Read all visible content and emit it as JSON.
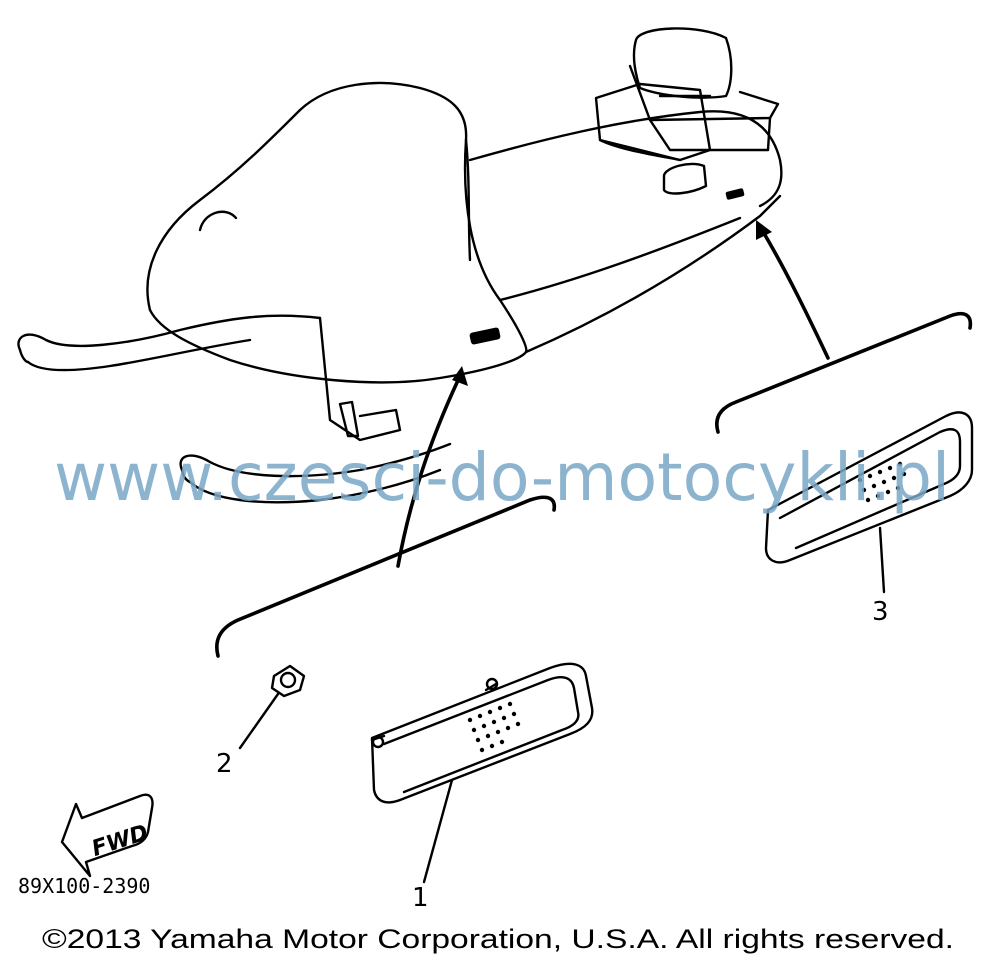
{
  "callouts": {
    "part1": "1",
    "part2": "2",
    "part3": "3"
  },
  "fwd_label": "FWD",
  "diagram_code": "89X100-2390",
  "watermark": "www.czesci-do-motocykli.pl",
  "copyright": "©2013 Yamaha Motor Corporation, U.S.A. All rights reserved.",
  "colors": {
    "line": "#000000",
    "watermark": "#7aa7c7",
    "background": "#ffffff"
  }
}
